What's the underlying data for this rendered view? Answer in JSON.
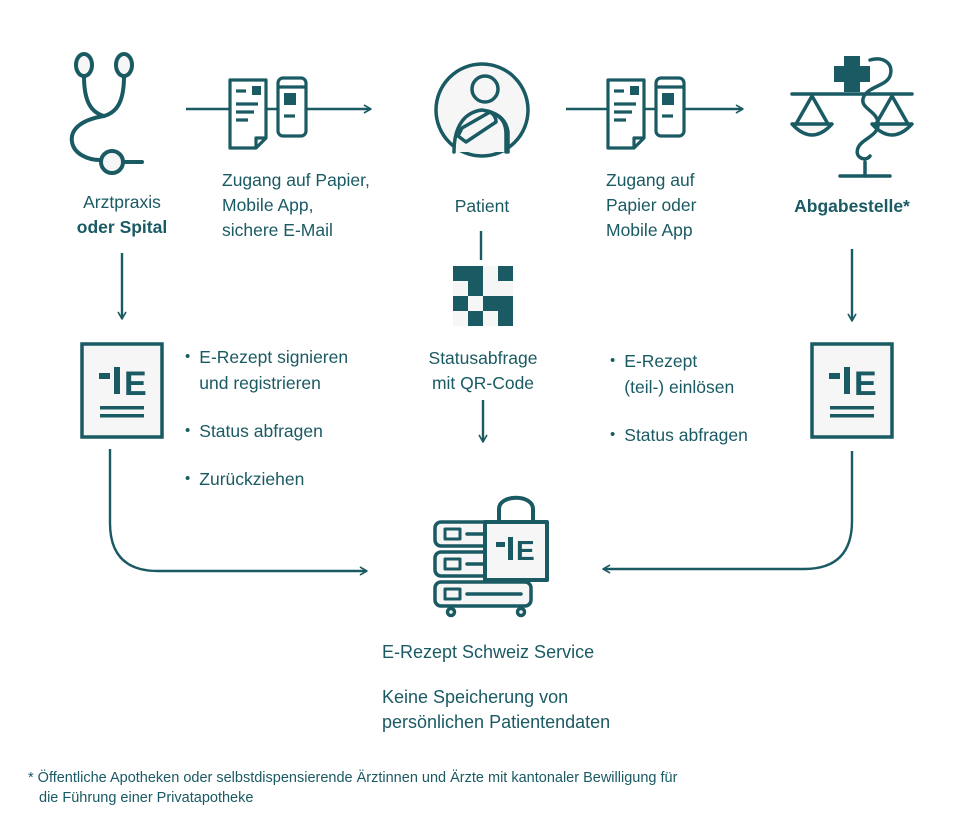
{
  "palette": {
    "teal": "#1A5A63",
    "icon_fill": "#f6f6f6",
    "background": "#ffffff"
  },
  "icons": {
    "doctor": "stethoscope-icon",
    "patient": "patient-icon",
    "dispenser": "pharmacy-scales-icon",
    "transfer": "paper-and-mobile-icon",
    "status": "qr-code-icon",
    "prescription": "e-rezept-document-icon",
    "service": "server-with-lock-icon"
  },
  "nodes": {
    "arztpraxis": {
      "line1": "Arztpraxis",
      "line2": "oder Spital"
    },
    "patient": {
      "label": "Patient"
    },
    "abgabestelle": {
      "label": "Abgabestelle*"
    },
    "qr_status": {
      "line1": "Statusabfrage",
      "line2": "mit QR-Code"
    },
    "service": {
      "title": "E-Rezept Schweiz Service",
      "note_line1": "Keine Speicherung von",
      "note_line2": "persönlichen Patientendaten"
    }
  },
  "edges": {
    "doctor_to_patient": {
      "line1": "Zugang auf Papier,",
      "line2": "Mobile App,",
      "line3": "sichere E-Mail"
    },
    "patient_to_dispenser": {
      "line1": "Zugang auf",
      "line2": "Papier oder",
      "line3": "Mobile App"
    }
  },
  "doctor_actions": {
    "bullet": "•",
    "item1_line1": "E-Rezept signieren",
    "item1_line2": "und registrieren",
    "item2": "Status abfragen",
    "item3": "Zurückziehen"
  },
  "dispenser_actions": {
    "bullet": "•",
    "item1_line1": "E-Rezept",
    "item1_line2": "(teil-) einlösen",
    "item2": "Status abfragen"
  },
  "logo": {
    "letter": "E"
  },
  "footnote": {
    "line1": "* Öffentliche Apotheken oder selbstdispensierende Ärztinnen und Ärzte mit kantonaler Bewilligung für",
    "line2": "die Führung einer Privatapotheke"
  }
}
